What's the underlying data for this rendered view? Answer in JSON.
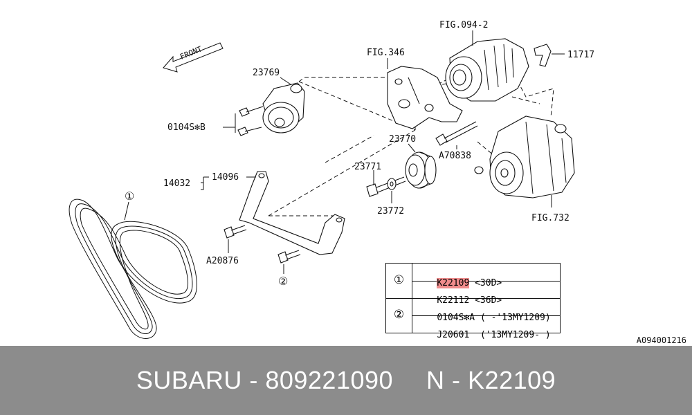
{
  "labels": {
    "fig_094_2": "FIG.094-2",
    "fig_346": "FIG.346",
    "part_11717": "11717",
    "front": "FRONT",
    "part_23769": "23769",
    "part_0104s_b": "0104S✻B",
    "part_23770": "23770",
    "part_a70838": "A70838",
    "part_23771": "23771",
    "part_23772": "23772",
    "part_14032": "14032",
    "part_14096": "14096",
    "part_a20876": "A20876",
    "fig_732": "FIG.732",
    "callout_1": "①",
    "callout_2": "②"
  },
  "table": {
    "rows": [
      {
        "ref": "①",
        "part": "K22109",
        "spec": "<30D>",
        "highlight": true
      },
      {
        "ref": "",
        "part": "K22112",
        "spec": "<36D>",
        "highlight": false
      },
      {
        "ref": "②",
        "part": "0104S✻A",
        "spec": "( -'13MY1209)",
        "highlight": false
      },
      {
        "ref": "",
        "part": "J20601",
        "spec": "('13MY1209- )",
        "highlight": false
      }
    ],
    "highlight_color": "#f08c8c"
  },
  "diagram_code": "A094001216",
  "banner": {
    "brand_part": "SUBARU - 809221090",
    "n_part": "N - K22109",
    "background": "#8c8c8c"
  }
}
